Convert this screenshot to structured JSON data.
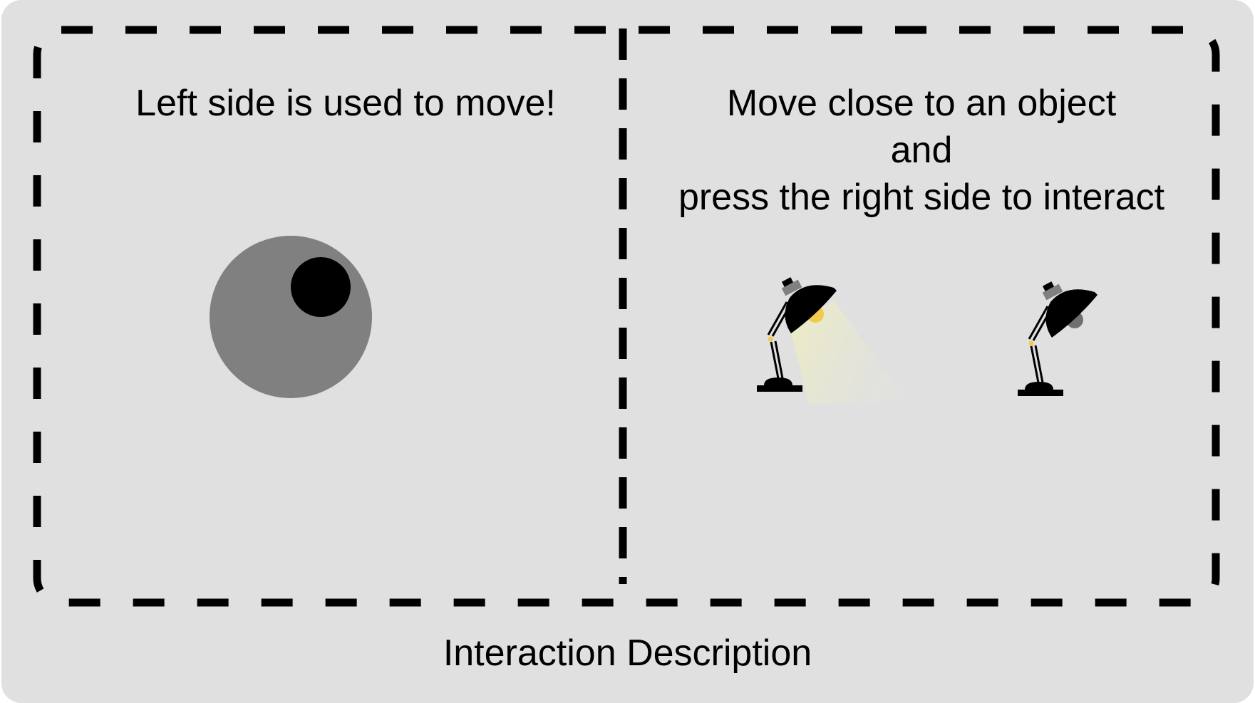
{
  "panels": {
    "move": {
      "text": "Left side is used to move!"
    },
    "interact": {
      "lines": [
        "Move close to an object",
        "and",
        "press the right side to interact"
      ]
    }
  },
  "caption": "Interaction Description",
  "icons": {
    "joystick": "joystick-icon",
    "lamp_on": "desk-lamp-on-icon",
    "lamp_off": "desk-lamp-off-icon"
  },
  "colors": {
    "background": "#e0e0e0",
    "joystick_base": "#808080",
    "joystick_knob": "#000000",
    "light_beam": "#f0f0c0",
    "bulb": "#f2c94c"
  }
}
